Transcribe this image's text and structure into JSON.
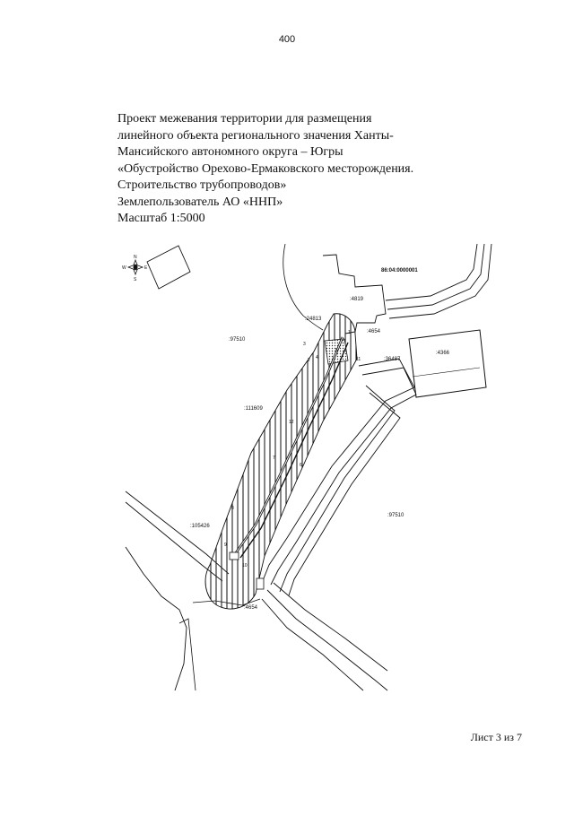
{
  "page_number": "400",
  "title_lines": [
    "Проект межевания территории для размещения",
    "линейного объекта регионального значения Ханты-",
    "Мансийского автономного округа – Югры",
    "«Обустройство Орехово-Ермаковского месторождения.",
    "Строительство трубопроводов»",
    "Землепользователь АО «ННП»",
    "Масштаб 1:5000"
  ],
  "map": {
    "compass": {
      "n": "N",
      "s": "S",
      "w": "W",
      "e": "E"
    },
    "quarter_label": "86:04:0000001",
    "parcels": [
      {
        "id": "p4819",
        "label": ":4819"
      },
      {
        "id": "p24813",
        "label": ":24813"
      },
      {
        "id": "p4654a",
        "label": ":4654"
      },
      {
        "id": "p4366",
        "label": ":4366"
      },
      {
        "id": "p97510a",
        "label": ":97510"
      },
      {
        "id": "p36487",
        "label": ":36487"
      },
      {
        "id": "p111609",
        "label": ":111609"
      },
      {
        "id": "p97510b",
        "label": ":97510"
      },
      {
        "id": "p105426",
        "label": ":105426"
      },
      {
        "id": "p4654b",
        "label": ":4654"
      }
    ],
    "points": [
      "1",
      "2",
      "3",
      "4",
      "5",
      "6",
      "7",
      "8",
      "9",
      "10",
      "11",
      "12"
    ]
  },
  "footer": {
    "sheet": "Лист 3 из 7"
  }
}
